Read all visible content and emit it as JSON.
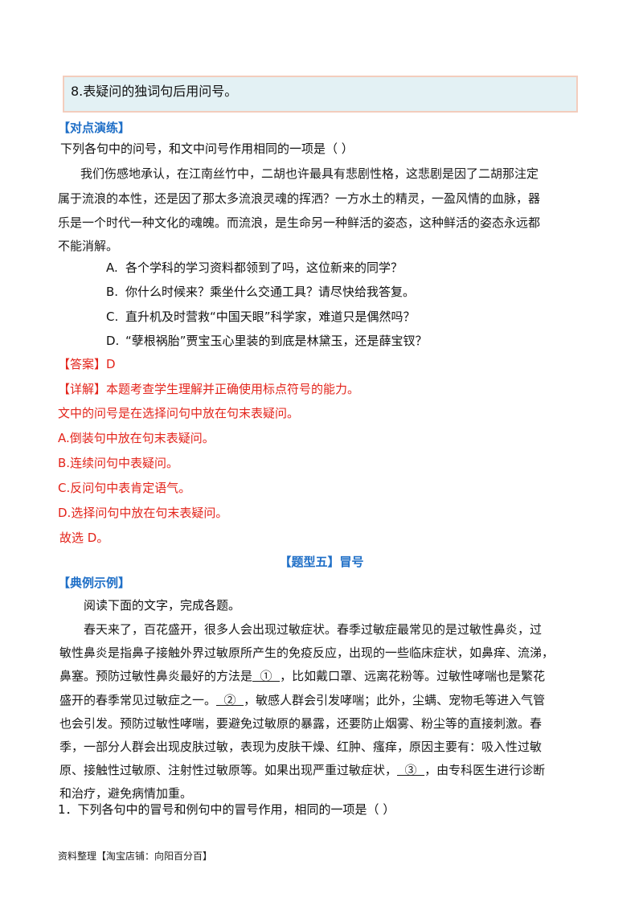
{
  "rule": "8.表疑问的独词句后用问号。",
  "practice": {
    "heading": "【对点演练】",
    "question": "下列各句中的问号，和文中问号作用相同的一项是（    ）",
    "passage": [
      "我们伤感地承认，在江南丝竹中，二胡也许最具有悲剧性格，这悲剧是因了二胡那注定",
      "属于流浪的本性，还是因了那太多流浪灵魂的挥洒？一方水土的精灵，一盈风情的血脉，器",
      "乐是一个时代一种文化的魂魄。而流浪，是生命另一种鲜活的姿态，这种鲜活的姿态永远都",
      "不能消解。"
    ],
    "options": [
      {
        "letter": "A.",
        "text": "各个学科的学习资料都领到了吗，这位新来的同学？"
      },
      {
        "letter": "B.",
        "text": "你什么时候来？乘坐什么交通工具？请尽快给我答复。"
      },
      {
        "letter": "C.",
        "text": "直升机及时营救“中国天眼”科学家，难道只是偶然吗？"
      },
      {
        "letter": "D.",
        "text": "“孽根祸胎”贾宝玉心里装的到底是林黛玉，还是薛宝钗？"
      }
    ],
    "answer": "【答案】D",
    "analysis": [
      "【详解】本题考查学生理解并正确使用标点符号的能力。",
      "文中的问号是在选择问句中放在句末表疑问。",
      "A.倒装句中放在句末表疑问。",
      "B.连续问句中表疑问。",
      "C.反问句中表肯定语气。",
      "D.选择问句中放在句末表疑问。",
      "故选 D。"
    ]
  },
  "section": {
    "title": "【题型五】冒号",
    "example_heading": "【典例示例】",
    "instruction": "阅读下面的文字，完成各题。",
    "passage": [
      {
        "parts": [
          {
            "t": "春天来了，百花盛开，很多人会出现过敏症状。春季过敏症最常见的是过敏性鼻炎，过"
          }
        ]
      },
      {
        "parts": [
          {
            "t": "敏性鼻炎是指鼻子接触外界过敏原所产生的免疫反应，出现的一些临床症状，如鼻痒、流涕，"
          }
        ]
      },
      {
        "parts": [
          {
            "t": "鼻塞。预防过敏性鼻炎最好的方法是"
          },
          {
            "t": "  ①  ",
            "u": true
          },
          {
            "t": "，比如戴口罩、远离花粉等。过敏性哮喘也是繁花"
          }
        ]
      },
      {
        "parts": [
          {
            "t": "盛开的春季常见过敏症之一。"
          },
          {
            "t": "  ②  ",
            "u": true
          },
          {
            "t": "，敏感人群会引发哮喘；此外，尘螨、宠物毛等进入气管"
          }
        ]
      },
      {
        "parts": [
          {
            "t": "也会引发。预防过敏性哮喘，要避免过敏原的暴露，还要防止烟雾、粉尘等的直接刺激。春"
          }
        ]
      },
      {
        "parts": [
          {
            "t": "季，一部分人群会出现皮肤过敏，表现为皮肤干燥、红肿、瘙痒，原因主要有：吸入性过敏"
          }
        ]
      },
      {
        "parts": [
          {
            "t": "原、接触性过敏原、注射性过敏原等。如果出现严重过敏症状，"
          },
          {
            "t": "  ③  ",
            "u": true
          },
          {
            "t": "，由专科医生进行诊断"
          }
        ]
      },
      {
        "parts": [
          {
            "t": "和治疗，避免病情加重。"
          }
        ]
      }
    ],
    "question1": "1．下列各句中的冒号和例句中的冒号作用，相同的一项是（    ）"
  },
  "footer": "资料整理【淘宝店铺：向阳百分百】"
}
